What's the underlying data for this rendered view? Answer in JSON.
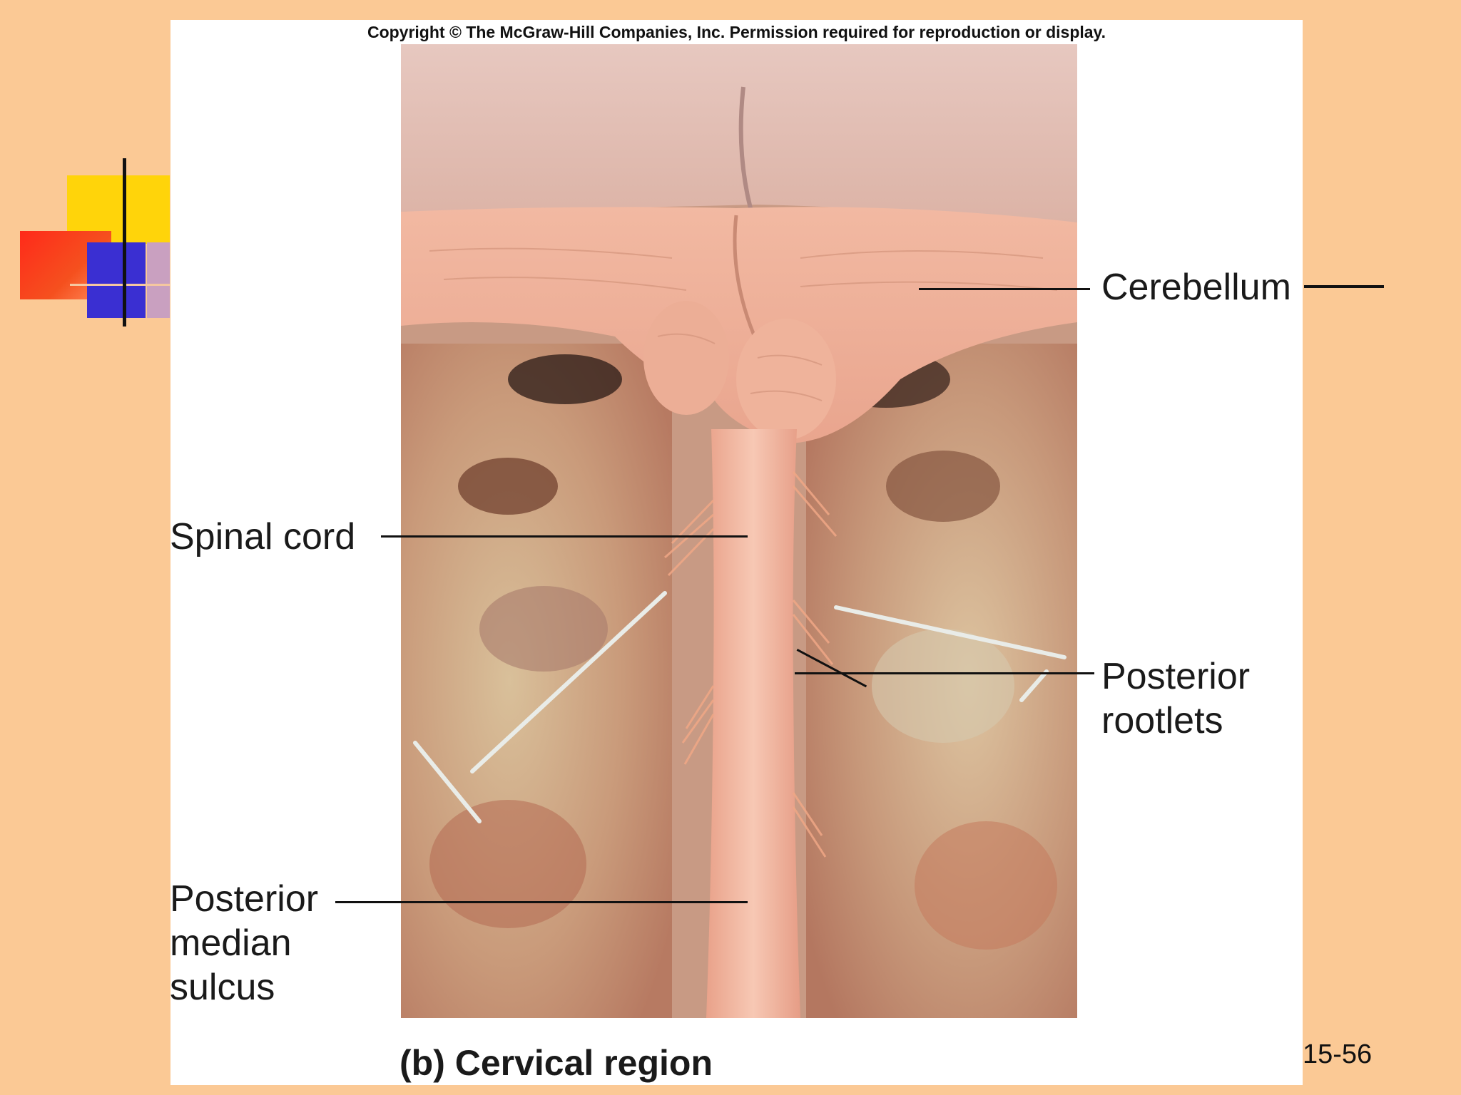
{
  "slide": {
    "copyright": "Copyright © The McGraw-Hill Companies, Inc. Permission required for reproduction or display.",
    "caption": "(b) Cervical region",
    "page_number": "15-56",
    "background_color": "#fbc995"
  },
  "labels": {
    "cerebellum": "Cerebellum",
    "spinal_cord": "Spinal cord",
    "posterior_rootlets_1": "Posterior",
    "posterior_rootlets_2": "rootlets",
    "posterior_median_sulcus_1": "Posterior",
    "posterior_median_sulcus_2": "median",
    "posterior_median_sulcus_3": "sulcus"
  },
  "decoration": {
    "accent_yellow": "#ffd40a",
    "accent_red": "#ff2a1a",
    "accent_blue": "#3a2fd2"
  }
}
